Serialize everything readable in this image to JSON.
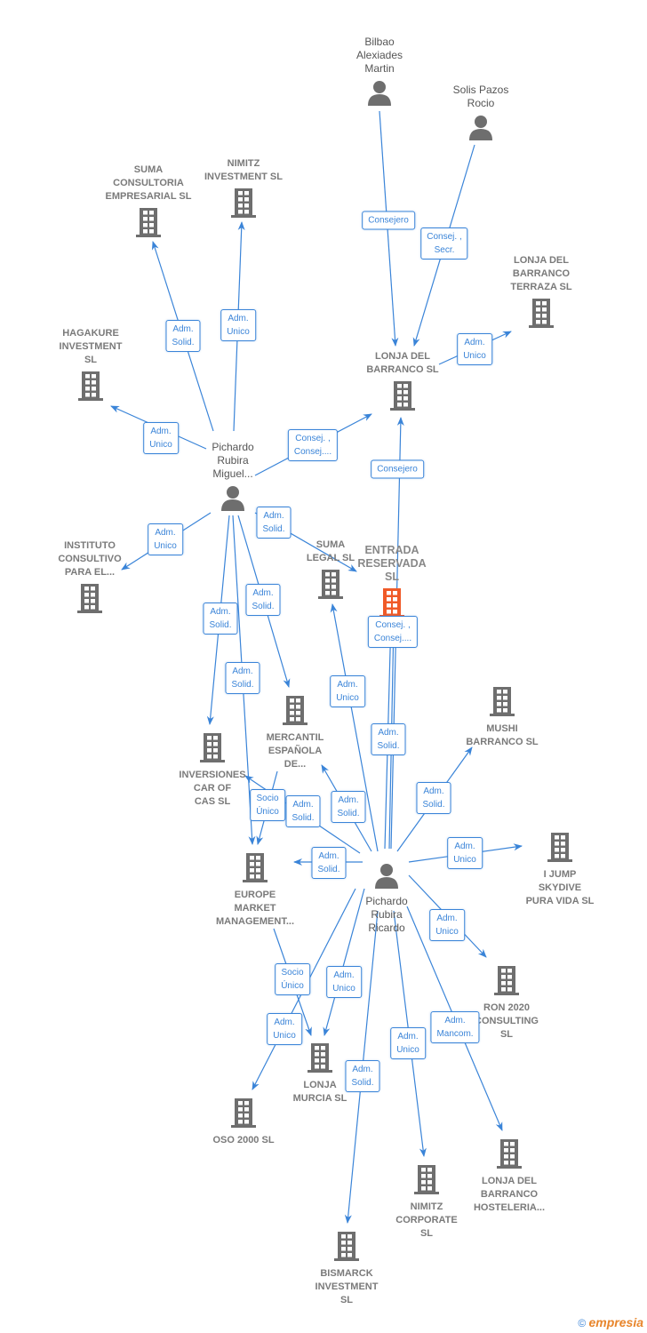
{
  "colors": {
    "edge": "#3a84d8",
    "building": "#6e6e6e",
    "highlight": "#f05a28",
    "person": "#6e6e6e"
  },
  "nodes": [
    {
      "id": "bilbao",
      "type": "person",
      "label": "Bilbao\nAlexiades\nMartin"
    },
    {
      "id": "solis",
      "type": "person",
      "label": "Solis Pazos\nRocio"
    },
    {
      "id": "suma_consultoria",
      "type": "company",
      "label": "SUMA\nCONSULTORIA\nEMPRESARIAL SL"
    },
    {
      "id": "nimitz_inv",
      "type": "company",
      "label": "NIMITZ\nINVESTMENT SL"
    },
    {
      "id": "lonja_terraza",
      "type": "company",
      "label": "LONJA DEL\nBARRANCO\nTERRAZA  SL"
    },
    {
      "id": "hagakure",
      "type": "company",
      "label": "HAGAKURE\nINVESTMENT\nSL"
    },
    {
      "id": "lonja_db",
      "type": "company",
      "label": "LONJA DEL\nBARRANCO  SL"
    },
    {
      "id": "miguel",
      "type": "person",
      "label": "Pichardo\nRubira\nMiguel..."
    },
    {
      "id": "instituto",
      "type": "company",
      "label": "INSTITUTO\nCONSULTIVO\nPARA EL..."
    },
    {
      "id": "suma_legal",
      "type": "company",
      "label": "SUMA\nLEGAL  SL"
    },
    {
      "id": "entrada",
      "type": "main",
      "label": "ENTRADA\nRESERVADA\nSL"
    },
    {
      "id": "mushi",
      "type": "company",
      "label": "MUSHI\nBARRANCO  SL"
    },
    {
      "id": "mercantil",
      "type": "company",
      "label": "MERCANTIL\nESPAÑOLA\nDE..."
    },
    {
      "id": "inversiones",
      "type": "company",
      "label": "INVERSIONES\nCAR OF\nCAS  SL"
    },
    {
      "id": "ijump",
      "type": "company",
      "label": "I JUMP\nSKYDIVE\nPURA VIDA  SL"
    },
    {
      "id": "europe",
      "type": "company",
      "label": "EUROPE\nMARKET\nMANAGEMENT..."
    },
    {
      "id": "ricardo",
      "type": "person",
      "label": "Pichardo\nRubira\nRicardo"
    },
    {
      "id": "ron2020",
      "type": "company",
      "label": "RON 2020\nCONSULTING\nSL"
    },
    {
      "id": "lonja_murcia",
      "type": "company",
      "label": "LONJA\nMURCIA  SL"
    },
    {
      "id": "oso",
      "type": "company",
      "label": "OSO 2000 SL"
    },
    {
      "id": "lonja_host",
      "type": "company",
      "label": "LONJA DEL\nBARRANCO\nHOSTELERIA..."
    },
    {
      "id": "nimitz_corp",
      "type": "company",
      "label": "NIMITZ\nCORPORATE\nSL"
    },
    {
      "id": "bismarck",
      "type": "company",
      "label": "BISMARCK\nINVESTMENT\nSL"
    }
  ],
  "edges": [
    {
      "from": "miguel",
      "to": "suma_consultoria",
      "label": "Adm.\nSolid."
    },
    {
      "from": "miguel",
      "to": "nimitz_inv",
      "label": "Adm.\nUnico"
    },
    {
      "from": "miguel",
      "to": "hagakure",
      "label": "Adm.\nUnico"
    },
    {
      "from": "miguel",
      "to": "lonja_db",
      "label": "Consej. ,\nConsej...."
    },
    {
      "from": "miguel",
      "to": "instituto",
      "label": "Adm.\nUnico"
    },
    {
      "from": "miguel",
      "to": "suma_legal",
      "label": "Adm.\nSolid."
    },
    {
      "from": "miguel",
      "to": "inversiones",
      "label": "Adm.\nSolid."
    },
    {
      "from": "miguel",
      "to": "mercantil",
      "label": "Adm.\nSolid."
    },
    {
      "from": "miguel",
      "to": "europe",
      "label": "Adm.\nSolid."
    },
    {
      "from": "bilbao",
      "to": "lonja_db",
      "label": "Consejero"
    },
    {
      "from": "solis",
      "to": "lonja_db",
      "label": "Consej. ,\nSecr."
    },
    {
      "from": "lonja_db",
      "to": "lonja_terraza",
      "label": "Adm.\nUnico"
    },
    {
      "from": "ricardo",
      "to": "lonja_db",
      "label": "Consejero"
    },
    {
      "from": "ricardo",
      "to": "entrada",
      "label": "Consej. ,\nConsej...."
    },
    {
      "from": "ricardo",
      "to": "suma_legal",
      "label": "Adm.\nUnico"
    },
    {
      "from": "ricardo",
      "to": "entrada",
      "label": "Adm.\nSolid."
    },
    {
      "from": "ricardo",
      "to": "mushi",
      "label": "Adm.\nSolid."
    },
    {
      "from": "ricardo",
      "to": "mercantil",
      "label": "Adm.\nSolid."
    },
    {
      "from": "ricardo",
      "to": "inversiones",
      "label": "Adm.\nSolid."
    },
    {
      "from": "ricardo",
      "to": "europe",
      "label": "Adm.\nSolid."
    },
    {
      "from": "ricardo",
      "to": "ijump",
      "label": "Adm.\nUnico"
    },
    {
      "from": "ricardo",
      "to": "ron2020",
      "label": "Adm.\nUnico"
    },
    {
      "from": "ricardo",
      "to": "oso",
      "label": "Adm.\nUnico"
    },
    {
      "from": "europe",
      "to": "lonja_murcia",
      "label": "Socio\nÚnico"
    },
    {
      "from": "ricardo",
      "to": "lonja_murcia",
      "label": "Adm.\nUnico"
    },
    {
      "from": "ricardo",
      "to": "bismarck",
      "label": "Adm.\nSolid."
    },
    {
      "from": "ricardo",
      "to": "nimitz_corp",
      "label": "Adm.\nUnico"
    },
    {
      "from": "ricardo",
      "to": "lonja_host",
      "label": "Adm.\nMancom."
    },
    {
      "from": "mercantil",
      "to": "europe",
      "label": "Socio\nÚnico"
    }
  ],
  "footer": {
    "copyright": "©",
    "brand": "empresia"
  }
}
